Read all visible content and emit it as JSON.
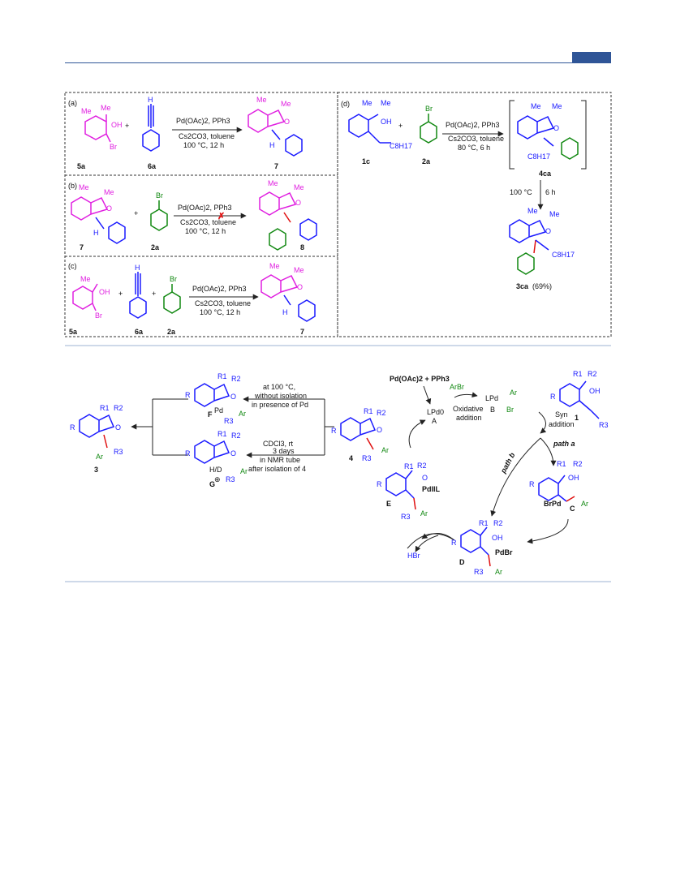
{
  "colors": {
    "accent": "#2f5597",
    "magenta": "#e020e0",
    "blue": "#1a1aff",
    "green": "#118811",
    "red": "#e01010"
  },
  "panel_a": {
    "label": "(a)",
    "reagents": [
      "Pd(OAc)2, PPh3",
      "Cs2CO3, toluene",
      "100 °C, 12 h"
    ],
    "compounds": [
      "5a",
      "6a",
      "7"
    ],
    "atoms": {
      "me1": "Me",
      "me2": "Me",
      "oh": "OH",
      "br": "Br",
      "h": "H",
      "o": "O",
      "pme1": "Me",
      "pme2": "Me",
      "ph": "H"
    }
  },
  "panel_b": {
    "label": "(b)",
    "reagents": [
      "Pd(OAc)2, PPh3",
      "Cs2CO3, toluene",
      "100 °C, 12 h"
    ],
    "compounds": [
      "7",
      "2a",
      "8"
    ],
    "atoms": {
      "me1": "Me",
      "me2": "Me",
      "o": "O",
      "h": "H",
      "br": "Br",
      "pme1": "Me",
      "pme2": "Me",
      "po": "O"
    }
  },
  "panel_c": {
    "label": "(c)",
    "reagents": [
      "Pd(OAc)2, PPh3",
      "Cs2CO3, toluene",
      "100 °C, 12 h"
    ],
    "compounds": [
      "5a",
      "6a",
      "2a",
      "7"
    ],
    "atoms": {
      "me": "Me",
      "oh": "OH",
      "br": "Br",
      "h": "H",
      "br2": "Br",
      "pme1": "Me",
      "pme2": "Me",
      "po": "O",
      "ph": "H"
    }
  },
  "panel_d": {
    "label": "(d)",
    "reagents": [
      "Pd(OAc)2, PPh3",
      "Cs2CO3, toluene",
      "80 °C, 6 h"
    ],
    "step2": [
      "100 °C",
      "6 h"
    ],
    "compounds": [
      "1c",
      "2a",
      "4ca",
      "3ca"
    ],
    "yield": "(69%)",
    "atoms": {
      "me1": "Me",
      "me2": "Me",
      "oh": "OH",
      "c8": "C8H17",
      "br": "Br",
      "ime1": "Me",
      "ime2": "Me",
      "io": "O",
      "ic8": "C8H17",
      "pme1": "Me",
      "pme2": "Me",
      "po": "O",
      "pc8": "C8H17"
    }
  },
  "mechanism": {
    "start": "Pd(OAc)2 + PPh3",
    "arbr": "ArBr",
    "lpd0": "LPd0",
    "lpd0_label": "A",
    "oxidative": [
      "Oxidative",
      "addition"
    ],
    "lpdb": "LPd",
    "lpdb_ar": "Ar",
    "lpdb_br": "Br",
    "lpdb_label": "B",
    "syn": [
      "Syn",
      "addition"
    ],
    "path_a": "path a",
    "path_b": "path b",
    "cpd1": {
      "r1": "R1",
      "r2": "R2",
      "oh": "OH",
      "r": "R",
      "r3": "R3",
      "label": "1"
    },
    "cpdC": {
      "r1": "R1",
      "r2": "R2",
      "oh": "OH",
      "r": "R",
      "brpd": "BrPd",
      "ar": "Ar",
      "label": "C"
    },
    "cpdD": {
      "r1": "R1",
      "r2": "R2",
      "oh": "OH",
      "r": "R",
      "pdbr": "PdBr",
      "r3": "R3",
      "ar": "Ar",
      "label": "D"
    },
    "cpdE": {
      "r1": "R1",
      "r2": "R2",
      "o": "O",
      "pd": "PdIIL",
      "r": "R",
      "r3": "R3",
      "ar": "Ar",
      "label": "E"
    },
    "hbr": "HBr",
    "cpd4": {
      "r1": "R1",
      "r2": "R2",
      "o": "O",
      "r": "R",
      "r3": "R3",
      "ar": "Ar",
      "label": "4"
    },
    "cpdF": {
      "r1": "R1",
      "r2": "R2",
      "o": "O",
      "r": "R",
      "pd": "Pd",
      "r3": "R3",
      "ar": "Ar",
      "label": "F"
    },
    "cpdG": {
      "r1": "R1",
      "r2": "R2",
      "o": "O",
      "r": "R",
      "hd": "H/D",
      "r3": "R3",
      "ar": "Ar",
      "label": "G"
    },
    "cpd3": {
      "r1": "R1",
      "r2": "R2",
      "o": "O",
      "r": "R",
      "ar": "Ar",
      "r3": "R3",
      "label": "3"
    },
    "cond_F": [
      "at 100 °C,",
      "without isolation",
      "in presence of Pd"
    ],
    "cond_G": [
      "CDCl3, rt",
      "3 days",
      "in NMR tube",
      "after isolation of 4"
    ]
  }
}
